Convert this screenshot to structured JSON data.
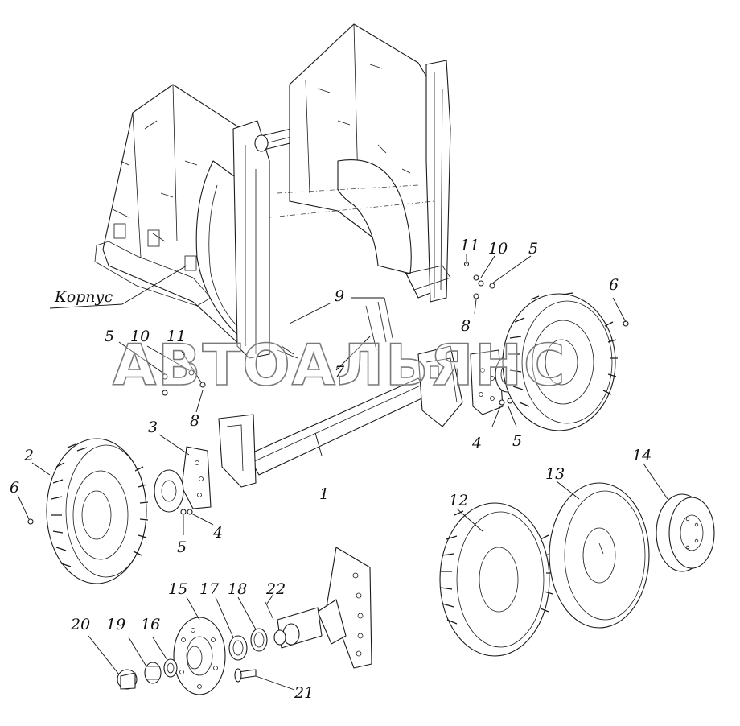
{
  "diagram": {
    "body_label": "Корпус",
    "watermark": "АВТОАЛЬЯНС",
    "callouts": [
      {
        "id": "c1",
        "text": "1"
      },
      {
        "id": "c2",
        "text": "2"
      },
      {
        "id": "c3",
        "text": "3"
      },
      {
        "id": "c4a",
        "text": "4"
      },
      {
        "id": "c4b",
        "text": "4"
      },
      {
        "id": "c5a",
        "text": "5"
      },
      {
        "id": "c5b",
        "text": "5"
      },
      {
        "id": "c5c",
        "text": "5"
      },
      {
        "id": "c5d",
        "text": "5"
      },
      {
        "id": "c6a",
        "text": "6"
      },
      {
        "id": "c6b",
        "text": "6"
      },
      {
        "id": "c7",
        "text": "7"
      },
      {
        "id": "c8a",
        "text": "8"
      },
      {
        "id": "c8b",
        "text": "8"
      },
      {
        "id": "c9",
        "text": "9"
      },
      {
        "id": "c10a",
        "text": "10"
      },
      {
        "id": "c10b",
        "text": "10"
      },
      {
        "id": "c11a",
        "text": "11"
      },
      {
        "id": "c11b",
        "text": "11"
      },
      {
        "id": "c12",
        "text": "12"
      },
      {
        "id": "c13",
        "text": "13"
      },
      {
        "id": "c14",
        "text": "14"
      },
      {
        "id": "c15",
        "text": "15"
      },
      {
        "id": "c16",
        "text": "16"
      },
      {
        "id": "c17",
        "text": "17"
      },
      {
        "id": "c18",
        "text": "18"
      },
      {
        "id": "c19",
        "text": "19"
      },
      {
        "id": "c20",
        "text": "20"
      },
      {
        "id": "c21",
        "text": "21"
      },
      {
        "id": "c22",
        "text": "22"
      }
    ]
  }
}
